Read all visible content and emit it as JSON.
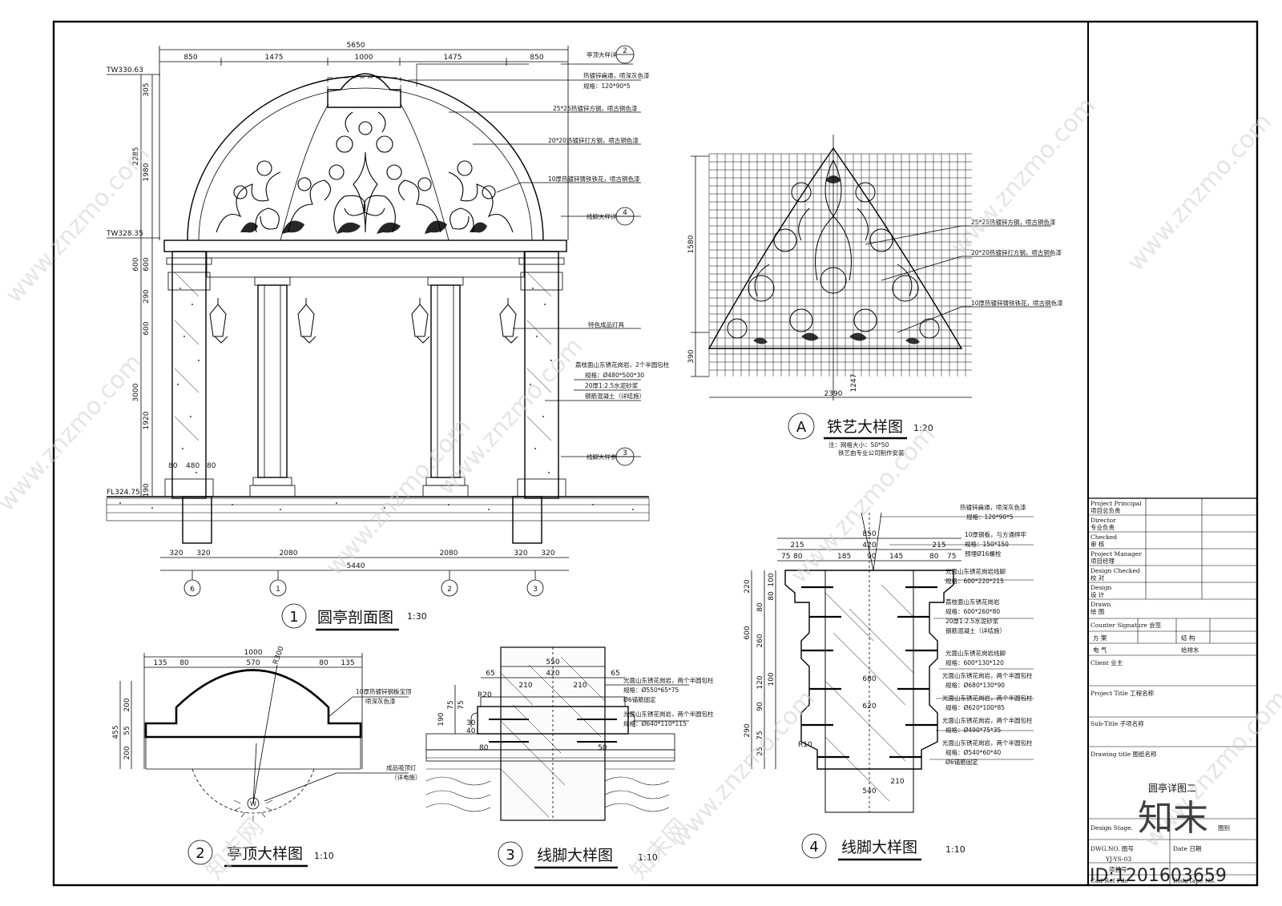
{
  "drawing": {
    "overall_dims": [
      "5650",
      "850",
      "1475",
      "1000",
      "1475",
      "850"
    ],
    "level_marks": [
      "TW330.63",
      "TW328.35",
      "FL324.75"
    ],
    "left_dims": [
      "305",
      "2285",
      "1980",
      "600",
      "290",
      "600",
      "3000",
      "1920",
      "190",
      "600"
    ],
    "bottom_dims": [
      "320",
      "320",
      "2080",
      "2080",
      "320",
      "320",
      "5440"
    ],
    "top_cap_dims": [
      "80",
      "480",
      "80"
    ],
    "axis_labels": [
      "6",
      "1",
      "2",
      "3"
    ],
    "callouts": {
      "c1_text": "亭顶大样详",
      "c1_num": "2",
      "c4_text": "线脚大样详",
      "c4_num": "4",
      "c3_text": "线脚大样参",
      "c3_num": "3"
    },
    "notes": [
      "热镀锌扁通，喷深灰色漆",
      "规格：120*90*5",
      "25*25热镀锌方钢，喷古铜色漆",
      "20*20热镀锌打方钢，喷古铜色漆",
      "10厚热镀锌铸铁铁花，喷古铜色漆",
      "特色成品灯具",
      "荔枝面山东锈花岗岩，2个半圆包柱",
      "规格：Ø480*500*30",
      "20厚1:2.5水泥砂浆",
      "钢筋混凝土（详结施）"
    ]
  },
  "detail_a": {
    "dims": [
      "1580",
      "390",
      "2390",
      "1247"
    ],
    "notes": [
      "25*25热镀锌方钢，喷古铜色漆",
      "20*20热镀锌打方钢，喷古铜色漆",
      "10厚热镀锌铸铁铁花，喷古铜色漆"
    ],
    "footnote_1": "注：网格大小：50*50",
    "footnote_2": "铁艺由专业公司制作安装"
  },
  "detail_2": {
    "dims": [
      "1000",
      "135",
      "80",
      "570",
      "80",
      "135",
      "R300",
      "455",
      "200",
      "55",
      "200"
    ],
    "notes": [
      "10厚热镀锌钢板宝顶",
      "喷深灰色漆",
      "成品吸顶灯",
      "（详电施）"
    ],
    "lamp_mark": "W"
  },
  "detail_3": {
    "dims": [
      "550",
      "420",
      "65",
      "210",
      "210",
      "65",
      "R20",
      "75",
      "75",
      "190",
      "30",
      "40",
      "80",
      "50"
    ],
    "notes": [
      "光面山东锈花岗岩，两个半圆包柱",
      "规格：Ø550*65*75",
      "Ø6锚筋固定",
      "光面山东锈花岗岩，两个半圆包柱",
      "规格：Ø640*110*115"
    ]
  },
  "detail_4": {
    "dims": [
      "850",
      "215",
      "420",
      "215",
      "75",
      "80",
      "185",
      "90",
      "145",
      "80",
      "75",
      "220",
      "100",
      "80",
      "80",
      "600",
      "260",
      "120",
      "100",
      "290",
      "90",
      "75",
      "25",
      "R10",
      "540",
      "620",
      "680",
      "210"
    ],
    "notes": [
      "热镀锌扁通，喷深灰色漆",
      "规格：120*90*5",
      "10厚钢板，与方通焊牢",
      "规格：150*150",
      "预埋Ø16螺栓",
      "光面山东锈花岗岩线脚",
      "规格：600*220*215",
      "荔枝面山东锈花岗岩",
      "规格：600*260*80",
      "20厚1:2.5水泥砂浆",
      "钢筋混凝土（详结施）",
      "光面山东锈花岗岩线脚",
      "规格：600*130*120",
      "光面山东锈花岗岩，两个半圆包柱",
      "规格：Ø680*130*90",
      "光面山东锈花岗岩，两个半圆包柱",
      "规格：Ø620*100*85",
      "光面山东锈花岗岩，两个半圆包柱",
      "规格：Ø490*75*35",
      "光面山东锈花岗岩，两个半圆包柱",
      "规格：Ø540*60*40",
      "Ø6锚筋固定"
    ]
  },
  "titles": {
    "t1_num": "1",
    "t1_name": "圆亭剖面图",
    "t1_scale": "1:30",
    "tA_num": "A",
    "tA_name": "铁艺大样图",
    "tA_scale": "1:20",
    "t2_num": "2",
    "t2_name": "亭顶大样图",
    "t2_scale": "1:10",
    "t3_num": "3",
    "t3_name": "线脚大样图",
    "t3_scale": "1:10",
    "t4_num": "4",
    "t4_name": "线脚大样图",
    "t4_scale": "1:10"
  },
  "title_block": {
    "project_principal_en": "Project Principal",
    "project_principal_cn": "项目总负责",
    "director_en": "Director",
    "director_cn": "专业负责",
    "checked_en": "Checked",
    "checked_cn": "审  核",
    "pm_en": "Project Manager",
    "pm_cn": "项目经理",
    "design_checked_en": "Design Checked",
    "design_checked_cn": "校  对",
    "design_en": "Design",
    "design_cn": "设  计",
    "drawn_en": "Drawn",
    "drawn_cn": "绘  图",
    "counter_sig": "Counter Signature  会签",
    "fang_an": "方 案",
    "jie_gou": "结 构",
    "dian_qi": "电 气",
    "ji_pai_shui": "给排水",
    "client": "Client  业主",
    "project_title": "Project Title  工程名称",
    "sub_title": "Sub-Title  子项名称",
    "drawing_title": "Drawing title   图纸名称",
    "drawing_name": "圆亭详图二",
    "design_stage": "Design Stage.",
    "tu_bie": "图别",
    "dwg_no": "DWG.NO. 图号",
    "date": "Date 日期",
    "ys": "YJ-YS-03",
    "xiang_mu_hao": "项目号",
    "cad_ref": "Cad-Ref File",
    "disk": "Disk/Tape No."
  },
  "watermark": {
    "site": "www.znzmo.com",
    "brand": "知末网",
    "logo": "知末",
    "id": "ID:1201603659"
  }
}
